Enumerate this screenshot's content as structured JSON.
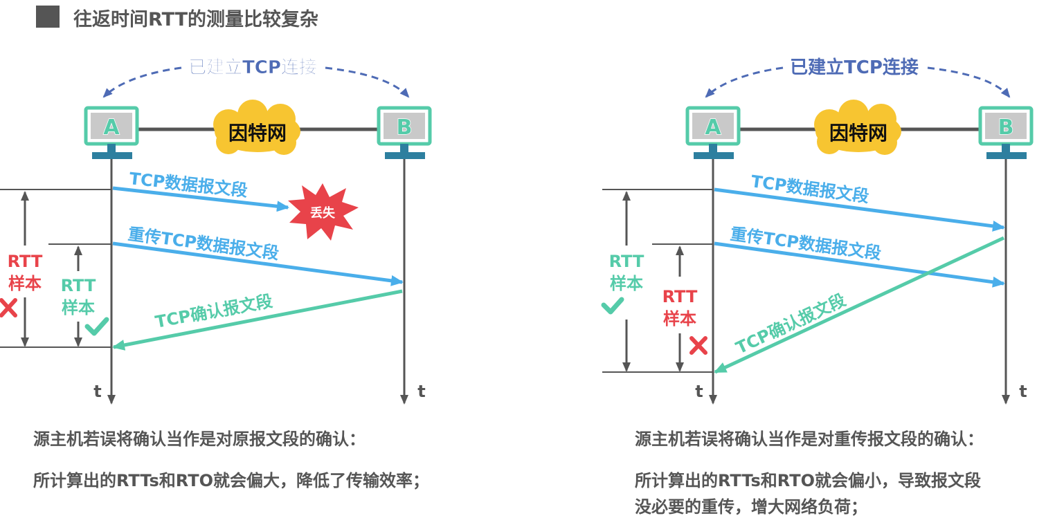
{
  "title": "往返时间RTT的测量比较复杂",
  "colors": {
    "blue_arrow": "#4aaeea",
    "green_arrow": "#55cba9",
    "red": "#e8434a",
    "dashed": "#4e6bb5",
    "terminal": "#55cba9",
    "cloud": "#f7c531",
    "gray": "#555555"
  },
  "left": {
    "connection_label": "已建立TCP连接",
    "node_a": "A",
    "node_b": "B",
    "cloud_label": "因特网",
    "segment1": "TCP数据报文段",
    "lost_label": "丢失",
    "segment2": "重传TCP数据报文段",
    "ack": "TCP确认报文段",
    "outer_rtt_line1": "RTT",
    "outer_rtt_line2": "样本",
    "outer_mark": "cross",
    "inner_rtt_line1": "RTT",
    "inner_rtt_line2": "样本",
    "inner_mark": "check",
    "time_a": "t",
    "time_b": "t",
    "caption_line1": "源主机若误将确认当作是对原报文段的确认：",
    "caption_line2": "所计算出的RTTs和RTO就会偏大，降低了传输效率；"
  },
  "right": {
    "connection_label": "已建立TCP连接",
    "node_a": "A",
    "node_b": "B",
    "cloud_label": "因特网",
    "segment1": "TCP数据报文段",
    "segment2": "重传TCP数据报文段",
    "ack": "TCP确认报文段",
    "outer_rtt_line1": "RTT",
    "outer_rtt_line2": "样本",
    "outer_mark": "check",
    "inner_rtt_line1": "RTT",
    "inner_rtt_line2": "样本",
    "inner_mark": "cross",
    "time_a": "t",
    "time_b": "t",
    "caption_line1": "源主机若误将确认当作是对重传报文段的确认：",
    "caption_line2": "所计算出的RTTs和RTO就会偏小，导致报文段",
    "caption_line3": "没必要的重传，增大网络负荷；"
  }
}
